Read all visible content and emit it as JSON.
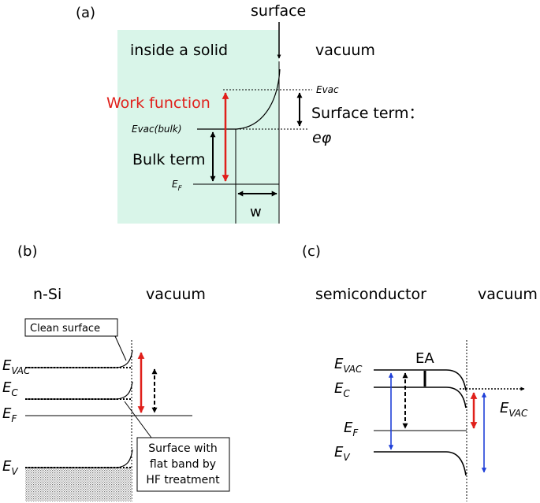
{
  "panel_a": {
    "label": "(a)",
    "surface": "surface",
    "inside": "inside a solid",
    "vacuum": "vacuum",
    "work_function": "Work function",
    "evac": "Evac",
    "evac_bulk": "Evac(bulk)",
    "surface_term": "Surface term：",
    "e_phi": "eφ",
    "bulk_term": "Bulk term",
    "ef": "E",
    "ef_sub": "F",
    "w": "w",
    "colors": {
      "solid_fill": "#d9f5e9",
      "work_function": "#e0201b"
    }
  },
  "panel_b": {
    "label": "(b)",
    "nsi": "n-Si",
    "vacuum": "vacuum",
    "clean_surface": "Clean surface",
    "evac": "E",
    "evac_sub": "VAC",
    "ec": "E",
    "ec_sub": "C",
    "ef": "E",
    "ef_sub": "F",
    "ev": "E",
    "ev_sub": "V",
    "flatband_lines": [
      "Surface with",
      "flat band by",
      "HF treatment"
    ]
  },
  "panel_c": {
    "label": "(c)",
    "semiconductor": "semiconductor",
    "vacuum": "vacuum",
    "ea": "EA",
    "evac": "E",
    "evac_sub": "VAC",
    "ec": "E",
    "ec_sub": "C",
    "ef": "E",
    "ef_sub": "F",
    "ev": "E",
    "ev_sub": "V",
    "evac_right": "E",
    "evac_right_sub": "VAC",
    "colors": {
      "blue": "#1f3fd8",
      "red": "#e0201b"
    }
  }
}
